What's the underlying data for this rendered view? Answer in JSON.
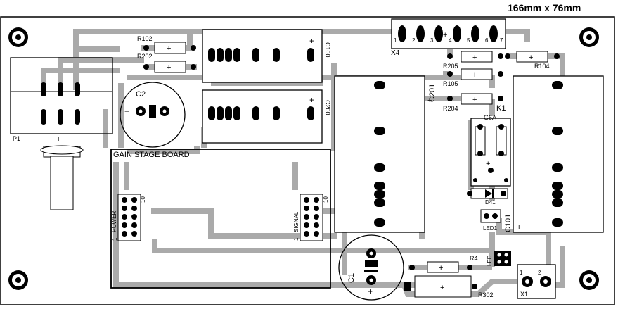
{
  "header": {
    "dimensions": "166mm x 76mm"
  },
  "board": {
    "gain_stage_title": "GAIN STAGE BOARD",
    "power_label": "POWER",
    "signal_label": "SIGNAL"
  },
  "refs": {
    "p1": "P1",
    "c2": "C2",
    "c1": "C1",
    "x4": "X4",
    "x1": "X1",
    "k1": "K1",
    "g6a": "G6A",
    "d41": "D41",
    "led1": "LED1",
    "led": "LED",
    "c100": "C100",
    "c200": "C200",
    "c201": "C201",
    "c101": "C101",
    "r102": "R102",
    "r202": "R202",
    "r205": "R205",
    "r105": "R105",
    "r204": "R204",
    "r104": "R104",
    "r4": "R4",
    "r302": "R302"
  },
  "pins": {
    "one": "1",
    "two": "2",
    "three": "3",
    "four": "4",
    "five": "5",
    "six": "6",
    "seven": "7",
    "ten": "10"
  },
  "symbols": {
    "plus": "+"
  }
}
